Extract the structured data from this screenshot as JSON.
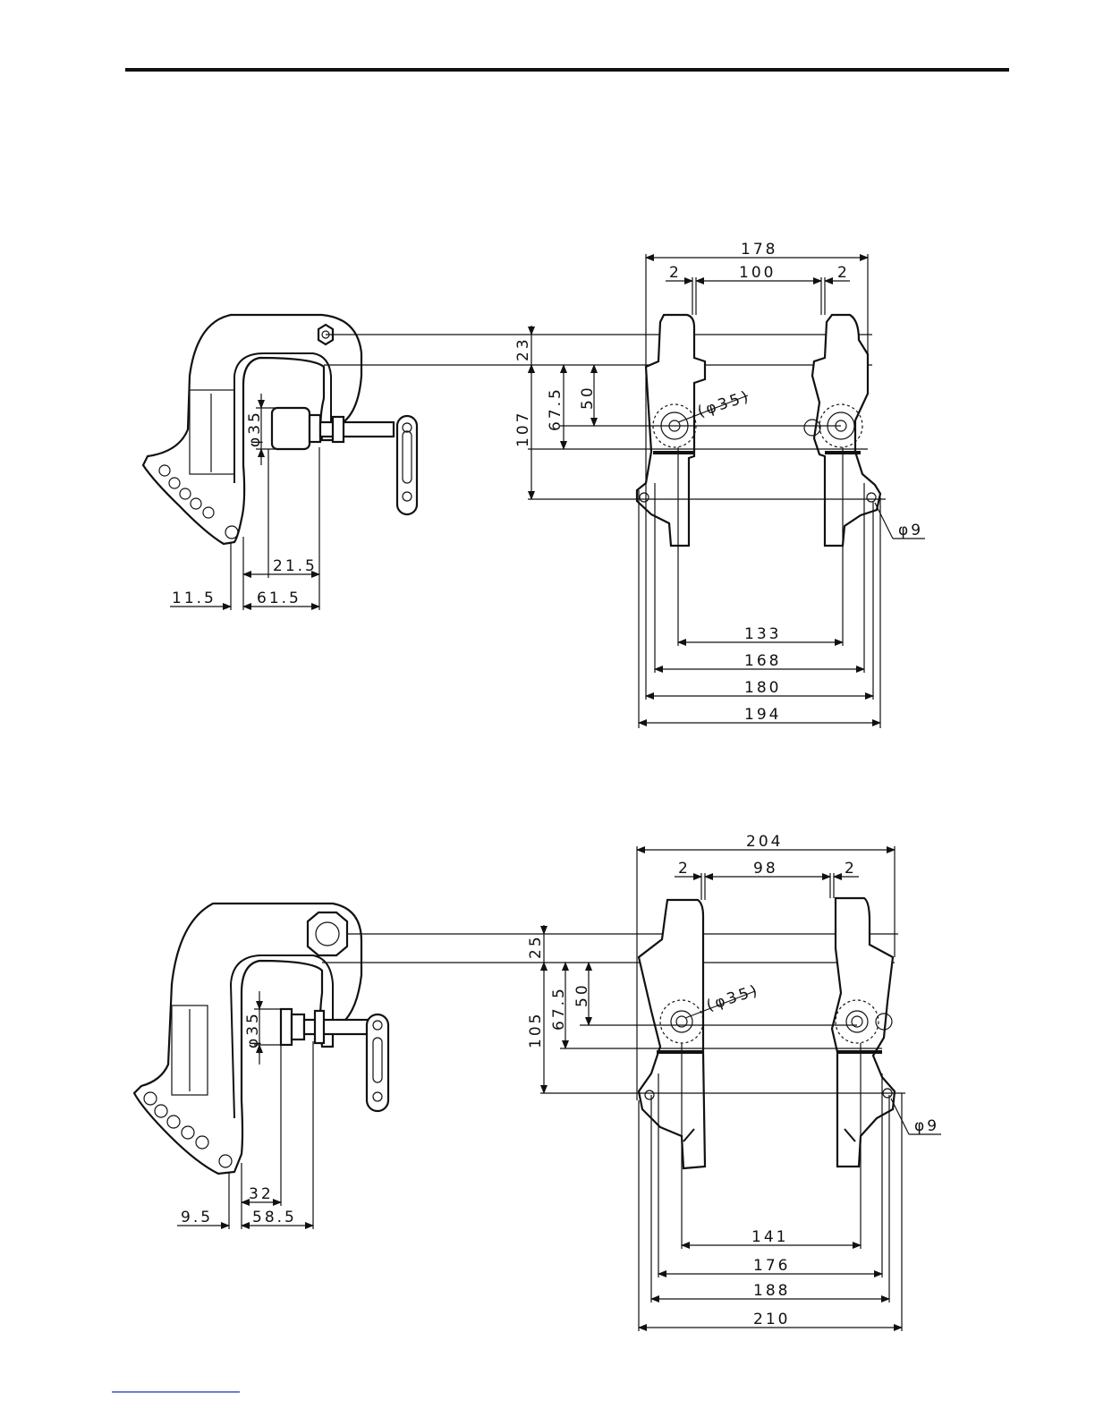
{
  "top_view": {
    "side_dims": {
      "d_phi35": "φ35",
      "d_21_5": "21.5",
      "d_11_5": "11.5",
      "d_61_5": "61.5"
    },
    "front_dims": {
      "d_178": "178",
      "d_2a": "2",
      "d_100": "100",
      "d_2b": "2",
      "d_23": "23",
      "d_107": "107",
      "d_67_5": "67.5",
      "d_50": "50",
      "d_phi35_paren": "(φ35)",
      "d_phi9": "φ9",
      "d_133": "133",
      "d_168": "168",
      "d_180": "180",
      "d_194": "194"
    }
  },
  "bottom_view": {
    "side_dims": {
      "d_phi35": "φ35",
      "d_32": "32",
      "d_9_5": "9.5",
      "d_58_5": "58.5"
    },
    "front_dims": {
      "d_204": "204",
      "d_2a": "2",
      "d_98": "98",
      "d_2b": "2",
      "d_25": "25",
      "d_105": "105",
      "d_67_5": "67.5",
      "d_50": "50",
      "d_phi35_paren": "(φ35)",
      "d_phi9": "φ9",
      "d_141": "141",
      "d_176": "176",
      "d_188": "188",
      "d_210": "210"
    }
  }
}
